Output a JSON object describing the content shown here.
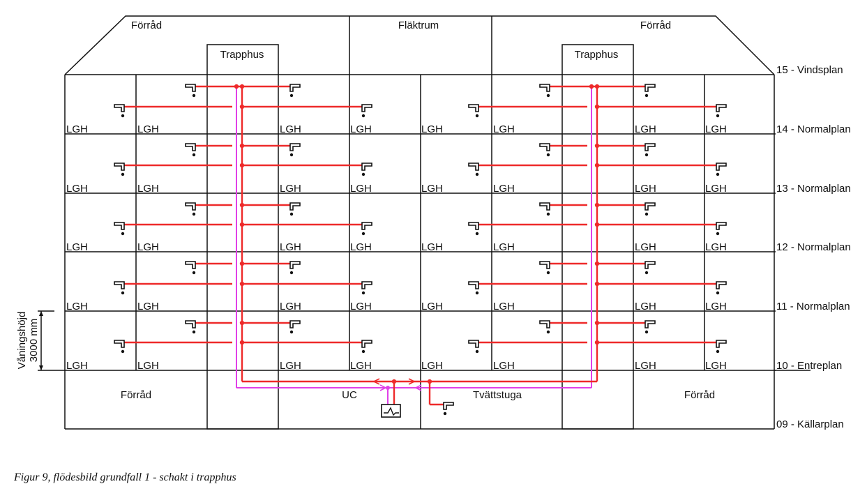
{
  "colors": {
    "supply": "#ee2a2a",
    "return": "#e040e8",
    "line": "#111111"
  },
  "roof": {
    "left_label": "Förråd",
    "center_label": "Fläktrum",
    "right_label": "Förråd"
  },
  "stair_label": "Trapphus",
  "apartment_label": "LGH",
  "floors": [
    {
      "label": "15 - Vindsplan"
    },
    {
      "label": "14 - Normalplan"
    },
    {
      "label": "13 - Normalplan"
    },
    {
      "label": "12 - Normalplan"
    },
    {
      "label": "11 - Normalplan"
    },
    {
      "label": "10 - Entreplan"
    },
    {
      "label": "09 - Källarplan"
    }
  ],
  "basement": {
    "left_label": "Förråd",
    "center_label": "UC",
    "laundry_label": "Tvättstuga",
    "right_label": "Förråd"
  },
  "dimension": {
    "label": "Våningshöjd",
    "value": "3000 mm"
  },
  "caption": "Figur 9, flödesbild grundfall 1 - schakt i trapphus"
}
